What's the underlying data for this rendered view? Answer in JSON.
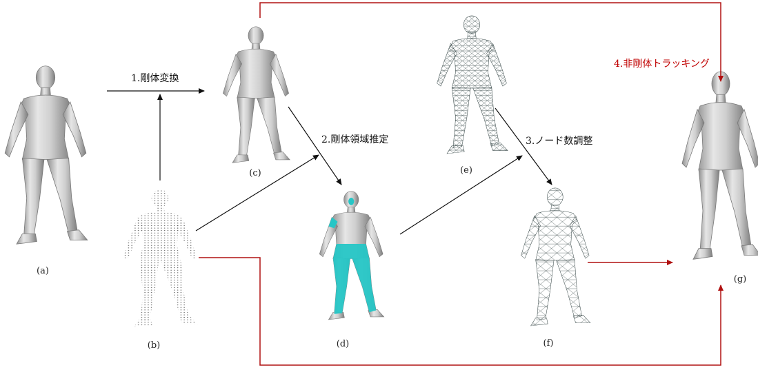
{
  "steps": {
    "step1": "1.剛体変換",
    "step2": "2.剛体領域推定",
    "step3": "3.ノード数調整",
    "step4": "4.非剛体トラッキング"
  },
  "panels": {
    "a": "(a)",
    "b": "(b)",
    "c": "(c)",
    "d": "(d)",
    "e": "(e)",
    "f": "(f)",
    "g": "(g)"
  },
  "colors": {
    "mesh_fill": "#c9c9c9",
    "mesh_shade": "#8c8c8c",
    "rigid_region": "#26c6c6",
    "black_arrow": "#111111",
    "red_arrow": "#b01010",
    "point_cloud": "#555555",
    "wireframe": "#3a4a4a"
  }
}
